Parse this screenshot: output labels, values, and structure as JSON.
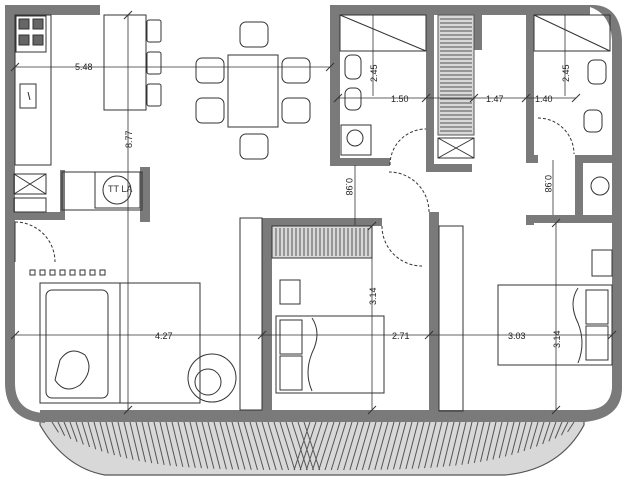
{
  "plan": {
    "wall_color": "#7a7a7a",
    "line_color": "#333333",
    "appliance_label": "TT LA",
    "dimensions": {
      "living_width": "5.48",
      "living_depth": "8.77",
      "bath1_depth": "2.45",
      "bath1_width": "1.50",
      "stair_width": "1.47",
      "bath2_width": "1.40",
      "bath2_depth": "2.45",
      "hall1_width": "0.98",
      "hall2_width": "0.98",
      "bedroom1_depth": "3.14",
      "bedroom2_depth": "3.14",
      "lounge_width": "4.27",
      "bedroom1_width": "2.71",
      "bedroom2_width": "3.03"
    }
  }
}
